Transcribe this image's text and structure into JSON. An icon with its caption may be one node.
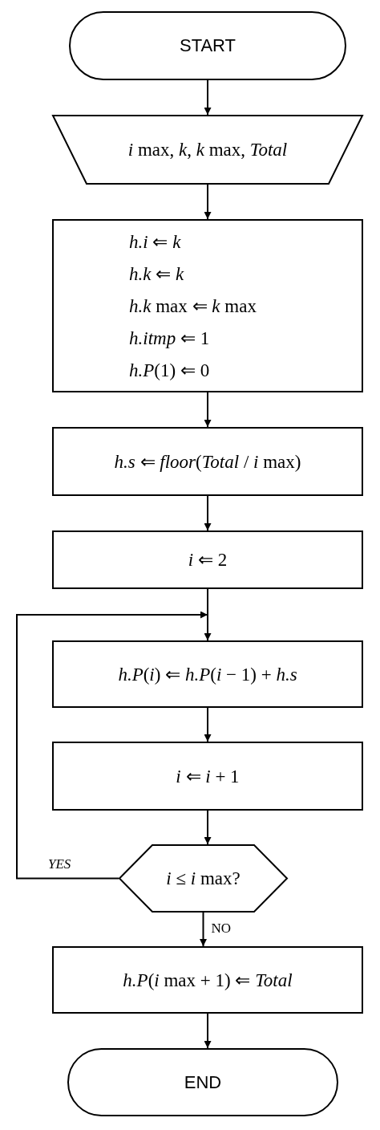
{
  "diagram": {
    "nodes": [
      {
        "text": [
          "START"
        ]
      },
      {
        "text": [
          "*i* max, *k*, *k* max, *Total*"
        ]
      },
      {
        "text": [
          "*h.i* ⇐ *k*",
          "*h.k* ⇐ *k*",
          "*h.k* max ⇐ *k* max",
          "*h.itmp* ⇐ 1",
          "*h.P*(1) ⇐ 0"
        ]
      },
      {
        "text": [
          "*h.s* ⇐ *floor*(*Total* / *i* max)"
        ]
      },
      {
        "text": [
          "*i* ⇐ 2"
        ]
      },
      {
        "text": [
          "*h.P*(*i*) ⇐ *h.P*(*i* − 1) + *h.s*"
        ]
      },
      {
        "text": [
          "*i* ⇐ *i* + 1"
        ]
      },
      {
        "text": [
          "*i* ≤ *i* max?"
        ]
      },
      {
        "text": [
          "*h.P*(*i* max + 1) ⇐ *Total*"
        ]
      },
      {
        "text": [
          "END"
        ]
      }
    ],
    "edges": [
      {
        "from": 0,
        "to": 1,
        "arrow": "to"
      },
      {
        "from": 1,
        "to": 2,
        "arrow": "to"
      },
      {
        "from": 2,
        "to": 3,
        "arrow": "to"
      },
      {
        "from": 3,
        "to": 4,
        "arrow": "to"
      },
      {
        "from": 4,
        "to": 5,
        "arrow": "to"
      },
      {
        "from": 5,
        "to": 6,
        "arrow": "to"
      },
      {
        "from": 6,
        "to": 7,
        "arrow": "to"
      },
      {
        "from": 7,
        "to": 5,
        "label": "YES",
        "arrow": "to"
      },
      {
        "from": 7,
        "to": 8,
        "label": "NO",
        "arrow": "to"
      },
      {
        "from": 8,
        "to": 9,
        "arrow": "to"
      }
    ]
  }
}
